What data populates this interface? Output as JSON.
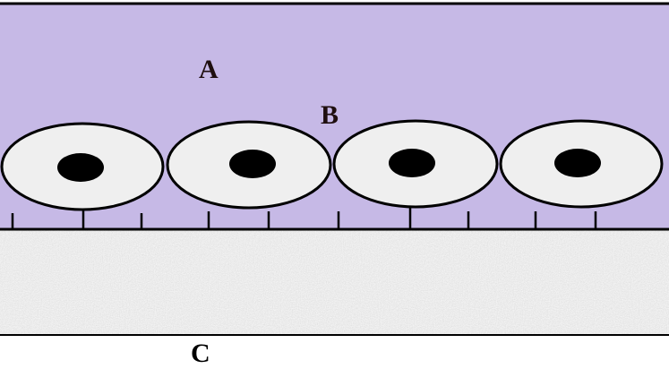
{
  "labels": {
    "a": "A",
    "b": "B",
    "c": "C"
  },
  "colors": {
    "medium": "#c6b9e6",
    "substrate": "#dedede",
    "cell_fill": "#efefef",
    "outline": "#000000"
  },
  "cells": {
    "count": 4
  }
}
